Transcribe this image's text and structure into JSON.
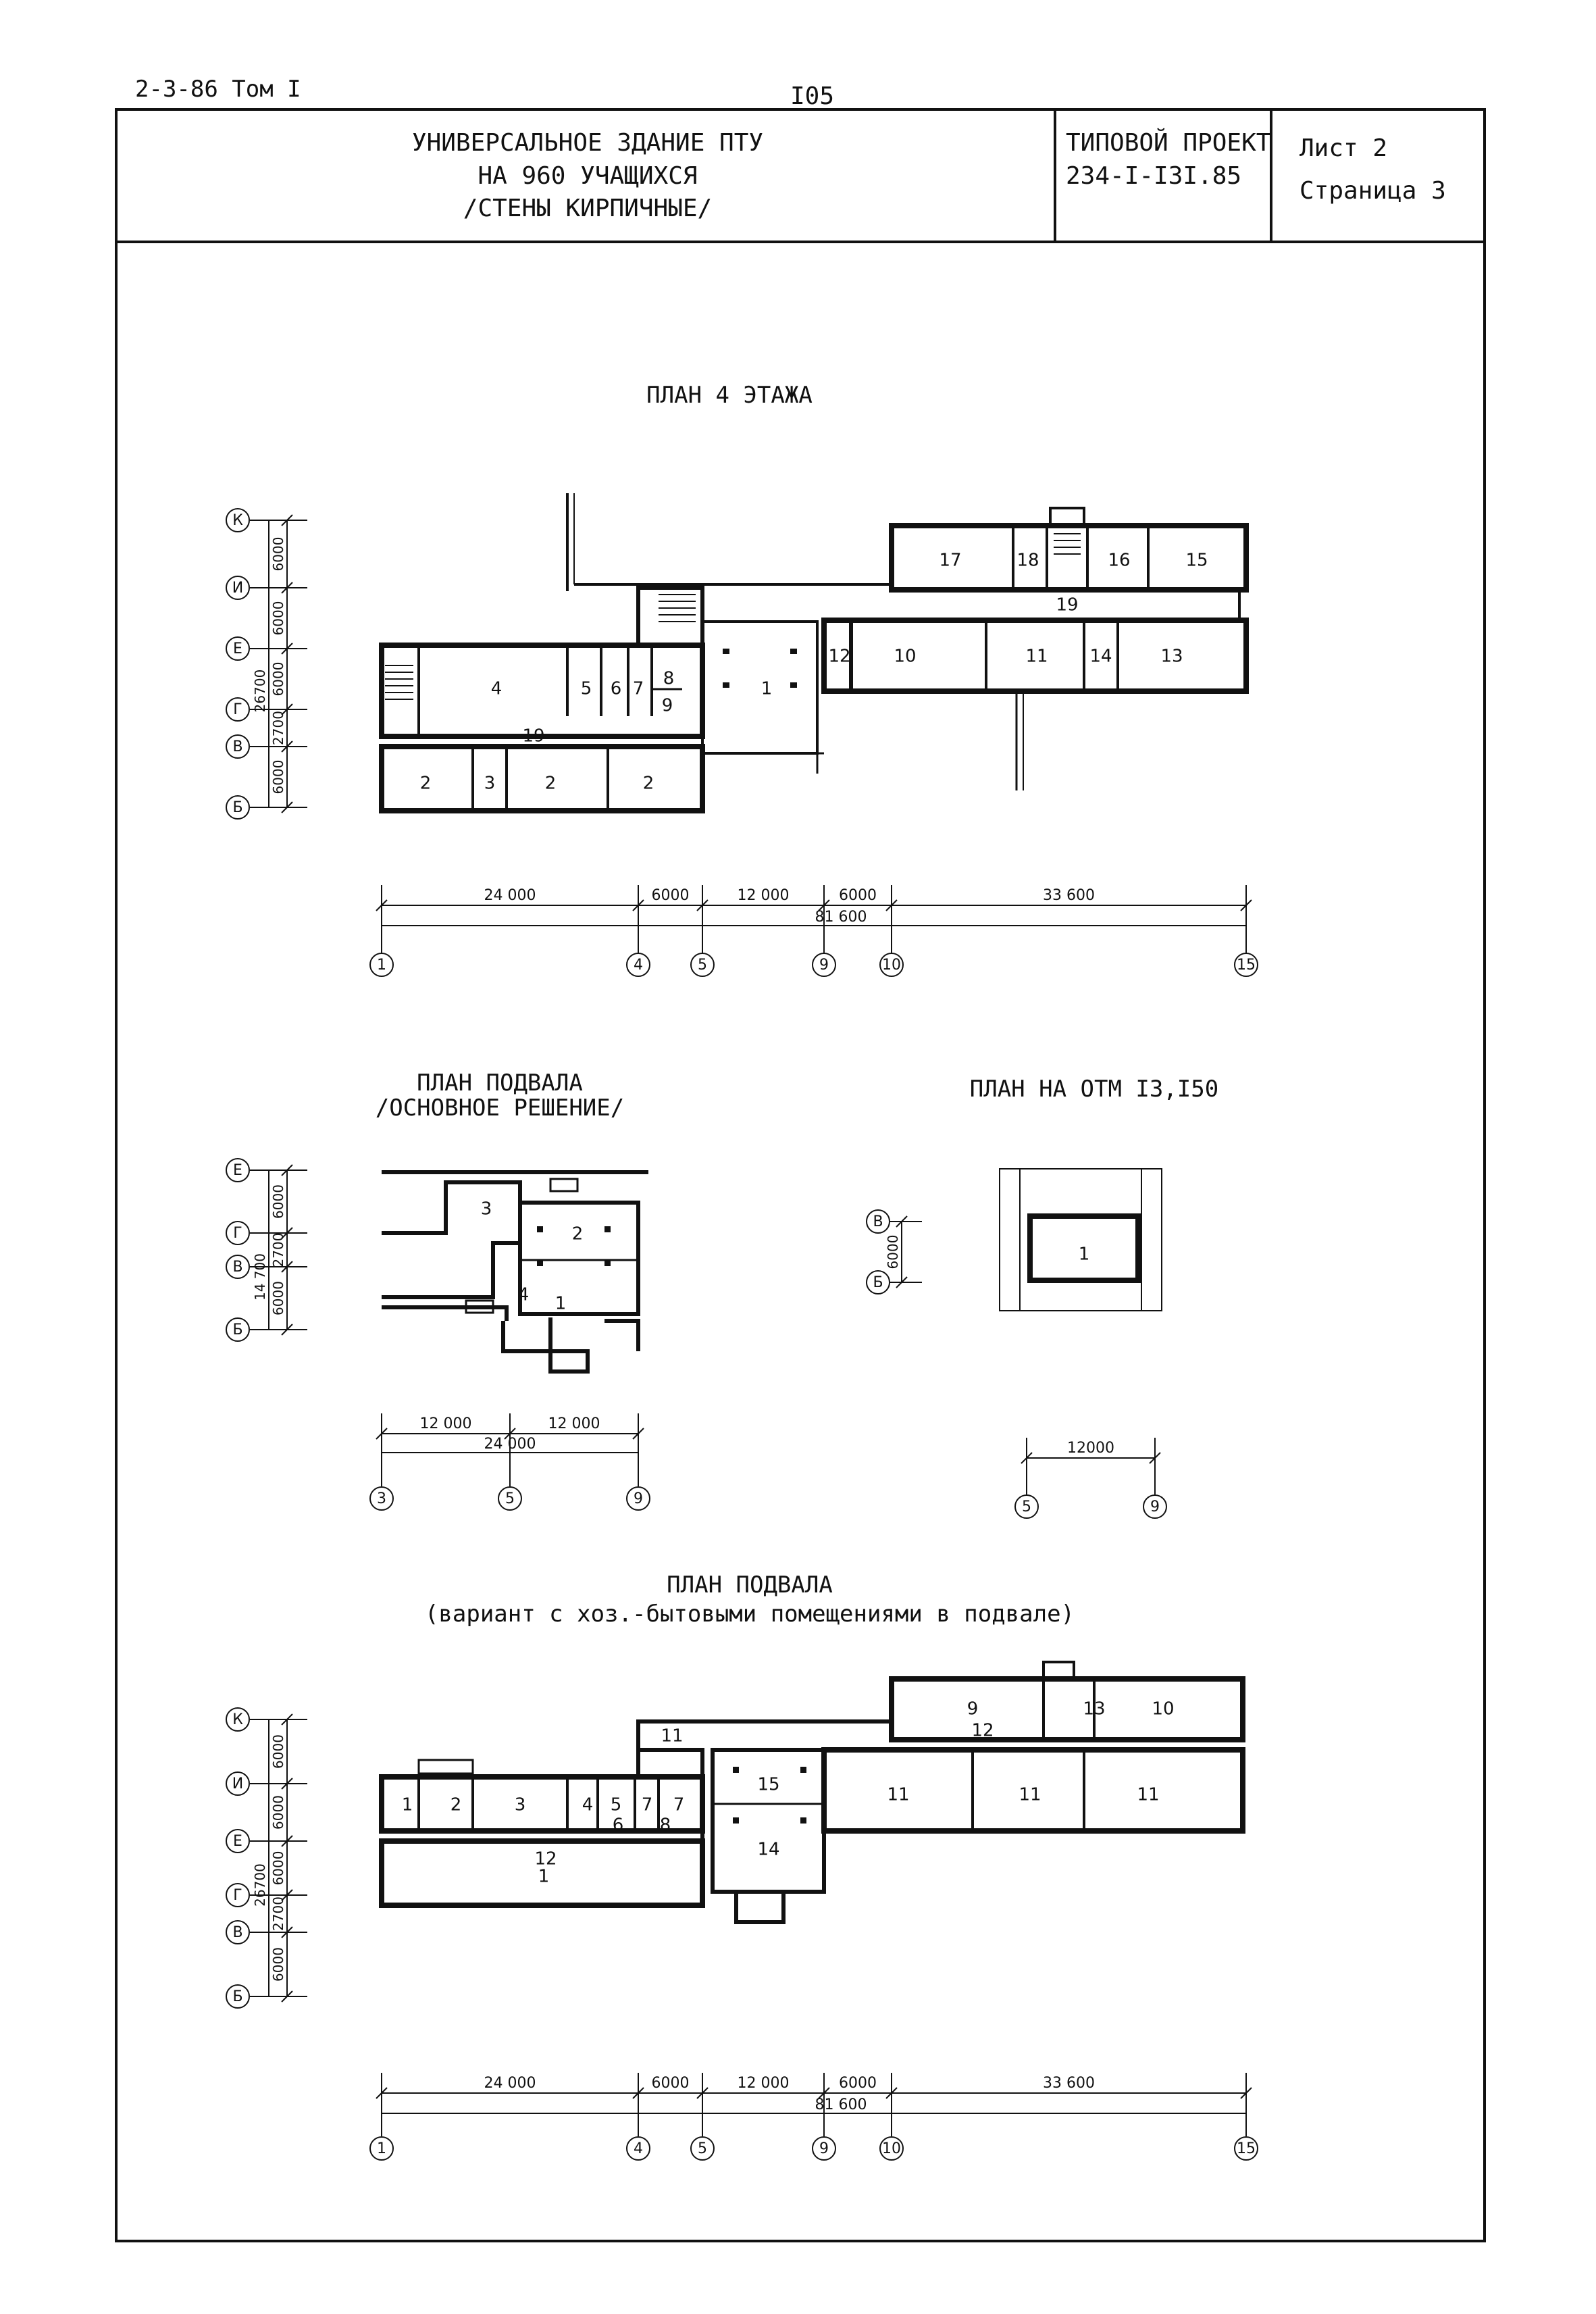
{
  "header": {
    "series": "2-3-86 Том I",
    "page_number": "I05",
    "title_lines": [
      "УНИВЕРСАЛЬНОЕ ЗДАНИЕ ПТУ",
      "НА 960 УЧАЩИХСЯ",
      "/СТЕНЫ КИРПИЧНЫЕ/"
    ],
    "project_label": "ТИПОВОЙ ПРОЕКТ",
    "project_number": "234-I-I3I.85",
    "sheet": "Лист  2",
    "page": "Страница 3"
  },
  "plans": {
    "floor4": {
      "title": "ПЛАН  4 ЭТАЖА",
      "rooms": [
        "1",
        "2",
        "2",
        "2",
        "3",
        "4",
        "5",
        "6",
        "7",
        "8",
        "9",
        "10",
        "11",
        "12",
        "13",
        "14",
        "15",
        "16",
        "17",
        "18",
        "19",
        "19"
      ],
      "row_axes": [
        "К",
        "И",
        "Е",
        "Г",
        "В",
        "Б"
      ],
      "row_dims": [
        "6000",
        "6000",
        "6000",
        "2700",
        "6000"
      ],
      "row_total": "26700",
      "col_axes": [
        "1",
        "4",
        "5",
        "9",
        "10",
        "15"
      ],
      "col_dims": [
        "24 000",
        "6000",
        "12 000",
        "6000",
        "33 600"
      ],
      "col_total": "81 600"
    },
    "basement_main": {
      "title_line1": "ПЛАН ПОДВАЛА",
      "title_line2": "/ОСНОВНОЕ РЕШЕНИЕ/",
      "rooms": [
        "1",
        "2",
        "3",
        "4"
      ],
      "row_axes": [
        "Е",
        "Г",
        "В",
        "Б"
      ],
      "row_dims": [
        "6000",
        "2700",
        "6000"
      ],
      "row_total": "14 700",
      "col_axes": [
        "3",
        "5",
        "9"
      ],
      "col_dims": [
        "12 000",
        "12 000"
      ],
      "col_total": "24 000"
    },
    "elev_plan": {
      "title": "ПЛАН НА ОТМ  I3,I50",
      "rooms": [
        "1"
      ],
      "row_axes": [
        "В",
        "Б"
      ],
      "row_dims": [
        "6000"
      ],
      "col_axes": [
        "5",
        "9"
      ],
      "col_dims": [
        "12000"
      ]
    },
    "basement_variant": {
      "title_line1": "ПЛАН ПОДВАЛА",
      "title_line2": "(вариант с хоз.-бытовыми помещениями в подвале)",
      "rooms": [
        "1",
        "2",
        "3",
        "4",
        "5",
        "6",
        "7",
        "7",
        "8",
        "9",
        "10",
        "11",
        "11",
        "11",
        "11",
        "12",
        "12",
        "13",
        "14",
        "15",
        "1"
      ],
      "row_axes": [
        "К",
        "И",
        "Е",
        "Г",
        "В",
        "Б"
      ],
      "row_dims": [
        "6000",
        "6000",
        "6000",
        "2700",
        "6000"
      ],
      "row_total": "26700",
      "col_axes": [
        "1",
        "4",
        "5",
        "9",
        "10",
        "15"
      ],
      "col_dims": [
        "24 000",
        "6000",
        "12 000",
        "6000",
        "33 600"
      ],
      "col_total": "81 600"
    }
  }
}
